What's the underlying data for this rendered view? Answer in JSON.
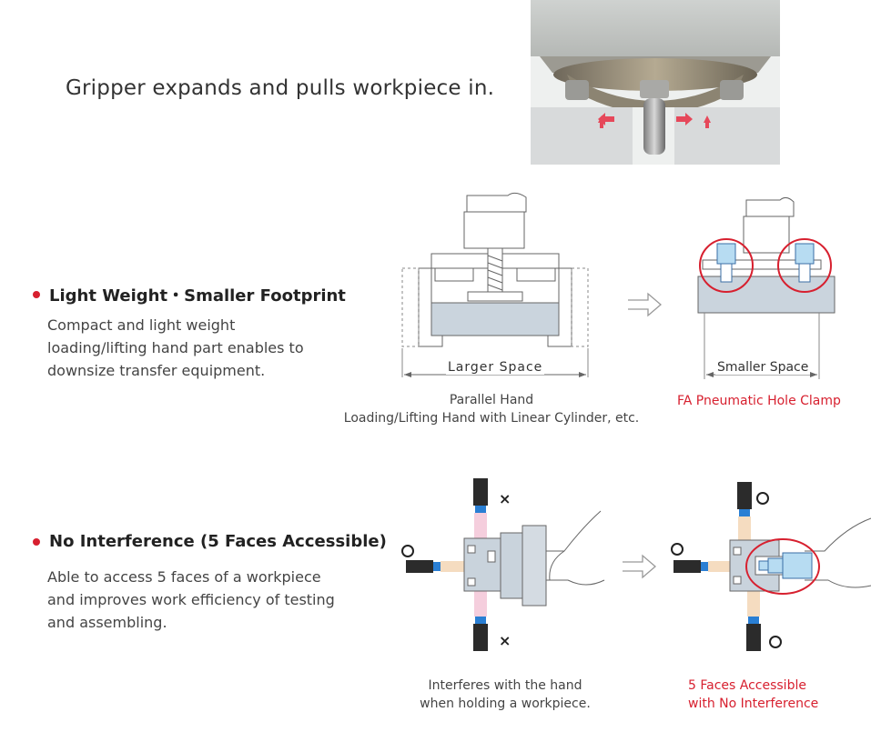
{
  "headline": "Gripper expands and pulls workpiece in.",
  "features": [
    {
      "title": "Light Weight・Smaller Footprint",
      "body_lines": [
        "Compact and light weight",
        "loading/lifting hand part enables to",
        "downsize transfer equipment."
      ]
    },
    {
      "title": "No Interference (5 Faces Accessible)",
      "body_lines": [
        "Able to access 5 faces of a workpiece",
        "and improves work efficiency of testing",
        "and assembling."
      ]
    }
  ],
  "diagram1": {
    "left_space_label": "Larger Space",
    "right_space_label": "Smaller Space",
    "left_caption_lines": [
      "Parallel Hand",
      "Loading/Lifting Hand with Linear Cylinder, etc."
    ],
    "right_caption": "FA Pneumatic Hole Clamp"
  },
  "diagram2": {
    "left_caption_lines": [
      "Interferes with the hand",
      "when holding a workpiece."
    ],
    "right_caption_lines": [
      "5 Faces Accessible",
      "with No Interference"
    ],
    "marks": {
      "ok": "O",
      "ng": "×"
    }
  },
  "colors": {
    "accent": "#d7202f",
    "sensor_blue": "#2a7fd4",
    "part_gray": "#c9d3dc"
  }
}
